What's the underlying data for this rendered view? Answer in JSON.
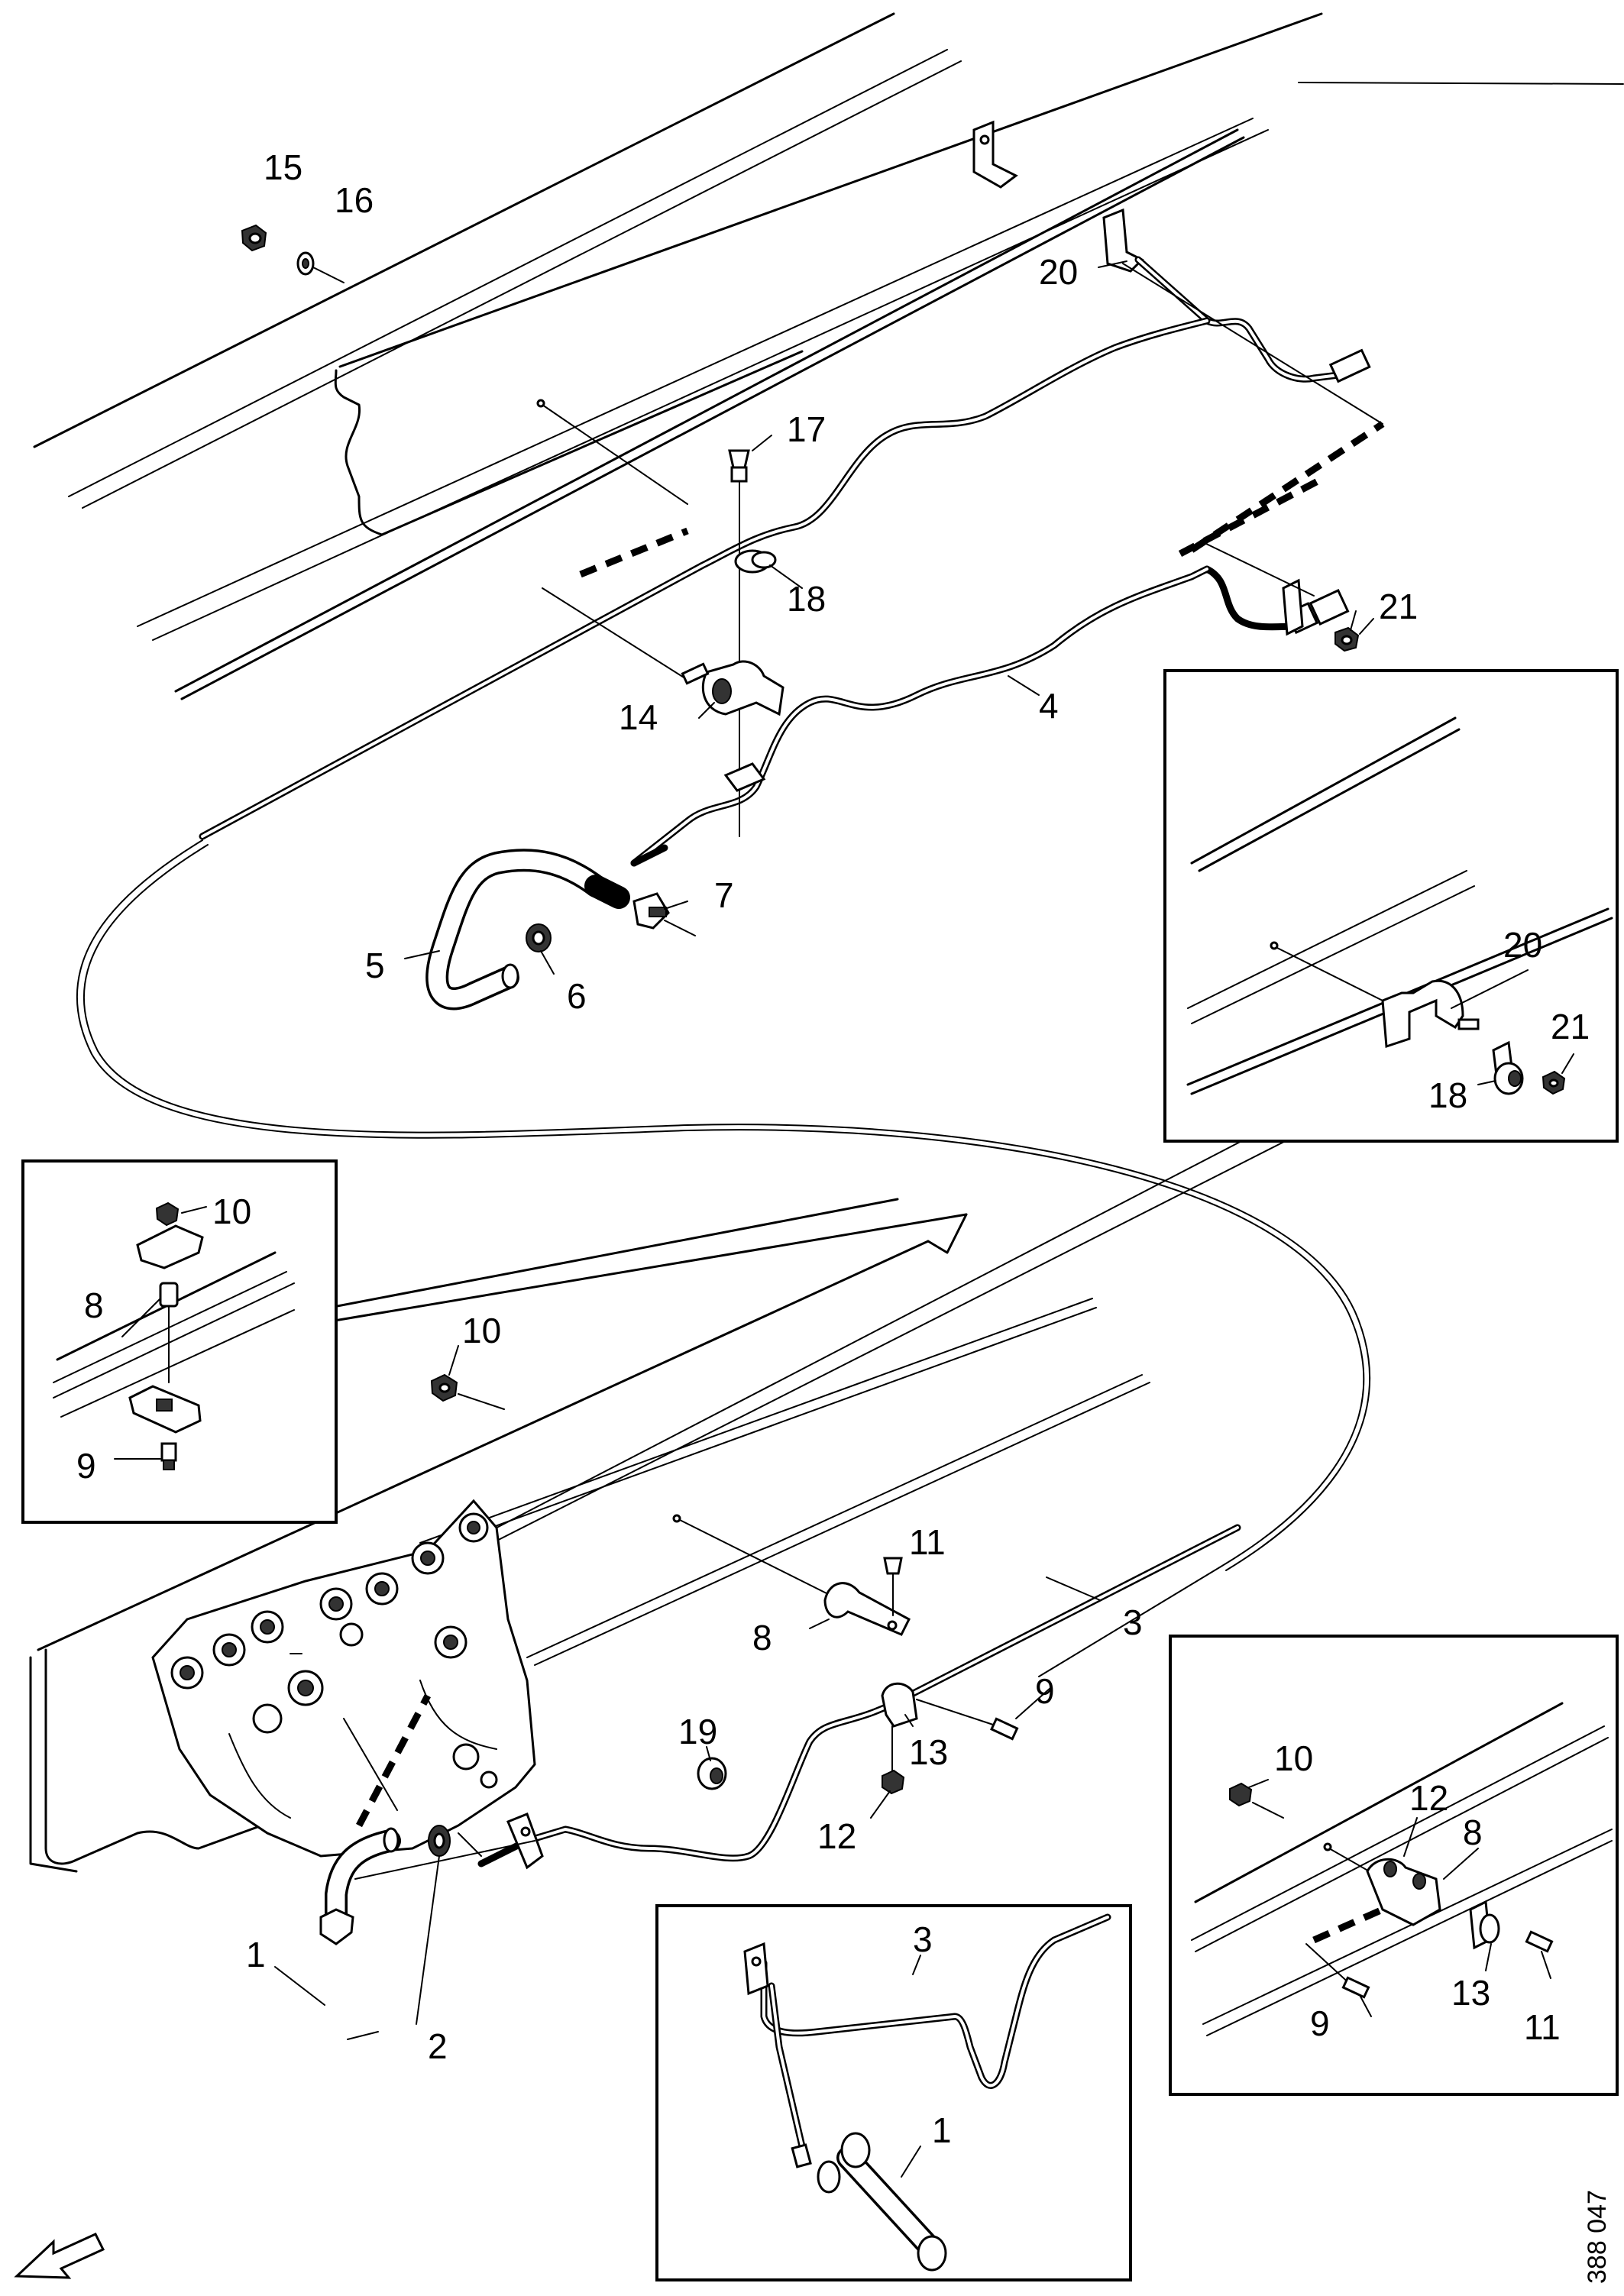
{
  "document_number": "388 047",
  "callouts": {
    "main": [
      "15",
      "16",
      "17",
      "18",
      "20",
      "21",
      "14",
      "4",
      "5",
      "6",
      "7",
      "3",
      "8",
      "9",
      "11",
      "13",
      "12",
      "19",
      "1",
      "2",
      "10"
    ],
    "inset_top_right": [
      "20",
      "21",
      "18"
    ],
    "inset_left": [
      "10",
      "8",
      "9"
    ],
    "inset_bottom_right": [
      "10",
      "12",
      "8",
      "13",
      "9",
      "11"
    ],
    "inset_bottom_center": [
      "3",
      "1"
    ]
  },
  "icons": {
    "direction_arrow": "front-direction-arrow-icon"
  }
}
